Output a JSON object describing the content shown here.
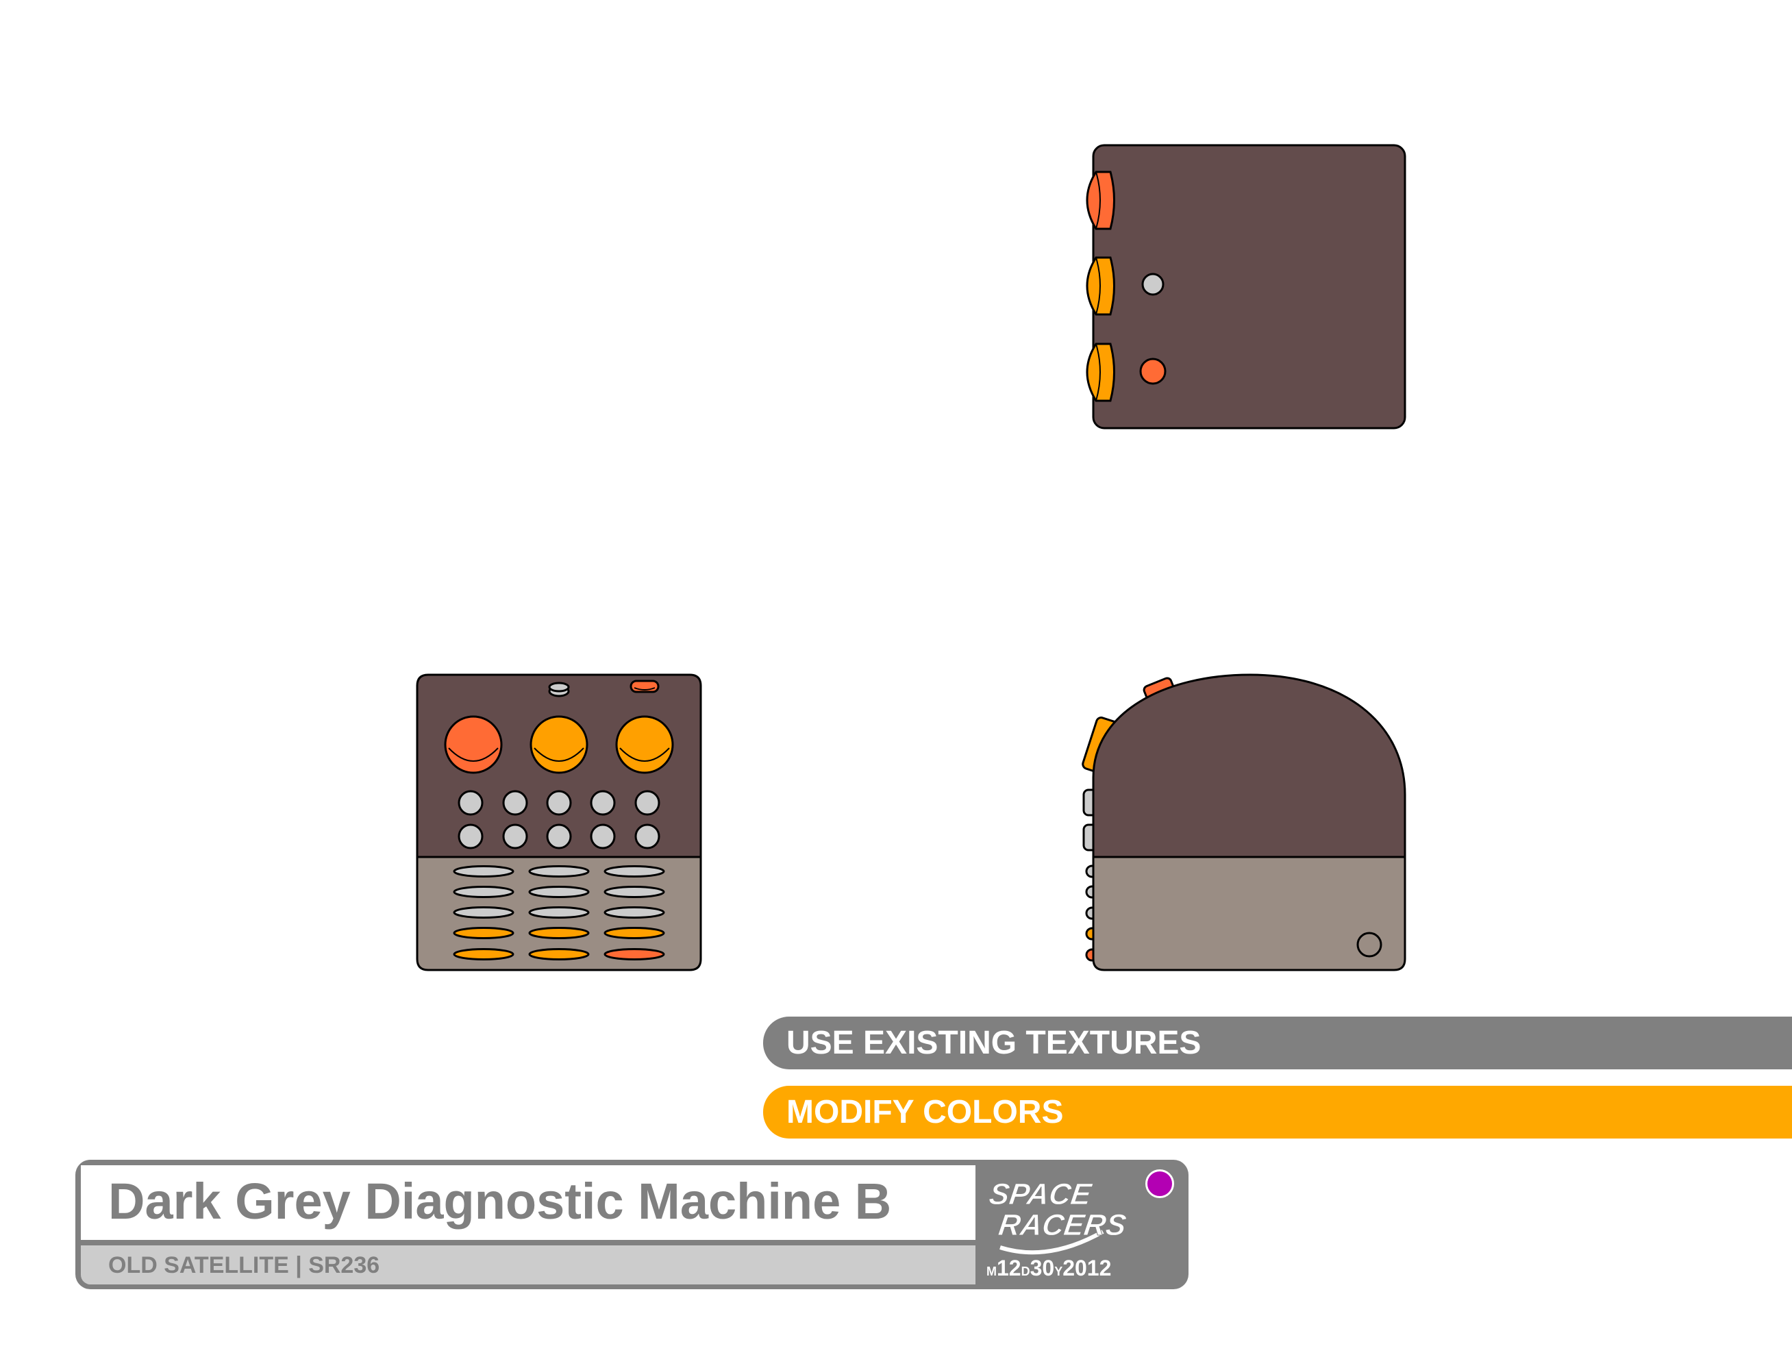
{
  "notes": {
    "textures": "USE EXISTING TEXTURES",
    "colors": "MODIFY COLORS"
  },
  "title_block": {
    "title": "Dark Grey Diagnostic Machine B",
    "subtitle": "OLD SATELLITE | SR236",
    "logo_text": "SPACE RACERS",
    "date": {
      "m_label": "M",
      "month": "12",
      "d_label": "D",
      "day": "30",
      "y_label": "Y",
      "year": "2012"
    }
  },
  "colors": {
    "body_dark": "#634c4c",
    "body_light": "#9a8d84",
    "accent_red": "#ff6b35",
    "accent_orange": "#ffa000",
    "button_grey": "#cccccc",
    "bar_grey": "#808080",
    "bar_orange": "#ffa800",
    "status_dot": "#b300b3"
  }
}
